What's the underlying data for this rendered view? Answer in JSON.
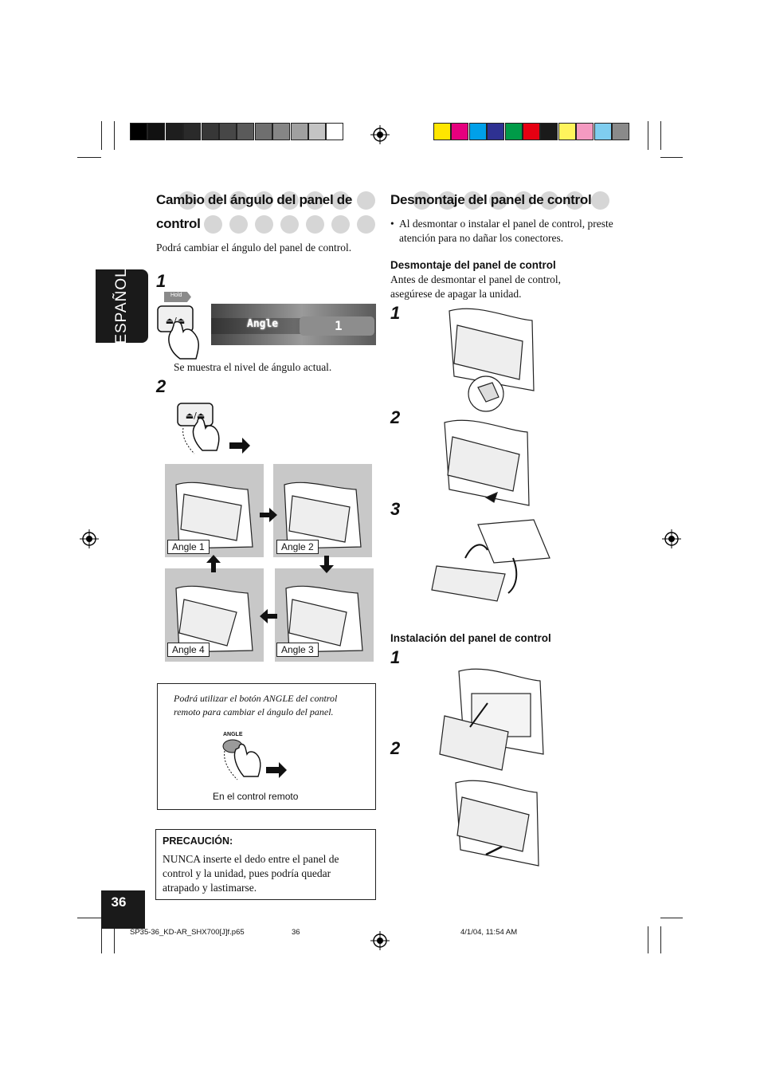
{
  "colors": {
    "grayscale": [
      "#000000",
      "#111111",
      "#1e1e1e",
      "#2a2a2a",
      "#373737",
      "#474747",
      "#5a5a5a",
      "#6f6f6f",
      "#868686",
      "#a0a0a0",
      "#c4c4c4",
      "#ffffff"
    ],
    "process": [
      "#ffe600",
      "#e6007e",
      "#00a0e9",
      "#2e3192",
      "#009b48",
      "#e60012",
      "#1a1a1a",
      "#fff45c",
      "#f49ac1",
      "#7fcdef",
      "#8a8a8a"
    ]
  },
  "sidebar": {
    "language_tab": "ESPAÑOL"
  },
  "page_number": "36",
  "left": {
    "title_line1": "Cambio del ángulo del panel de",
    "title_line2": "control",
    "intro": "Podrá cambiar el ángulo del panel de control.",
    "step1_number": "1",
    "hold_label": "Hold",
    "display_text": "Angle",
    "display_value": "1",
    "step1_caption": "Se muestra el nivel de ángulo actual.",
    "step2_number": "2",
    "angles": [
      "Angle 1",
      "Angle 2",
      "Angle 3",
      "Angle 4"
    ],
    "remote_note": "Podrá utilizar el botón ANGLE del control remoto para cambiar el ángulo del panel.",
    "remote_button_label": "ANGLE",
    "remote_caption": "En el control remoto",
    "caution_title": "PRECAUCIÓN:",
    "caution_text": "NUNCA inserte el dedo entre el panel de control y la unidad, pues podría quedar atrapado y lastimarse."
  },
  "right": {
    "title": "Desmontaje del panel de control",
    "bullet": "Al desmontar o instalar el panel de control, preste atención para no dañar los conectores.",
    "removal_title": "Desmontaje del panel de control",
    "removal_text": "Antes de desmontar el panel de control, asegúrese de apagar la unidad.",
    "removal_steps": [
      "1",
      "2",
      "3"
    ],
    "install_title": "Instalación del panel de control",
    "install_steps": [
      "1",
      "2"
    ]
  },
  "footer": {
    "file": "SP35-36_KD-AR_SHX700[J]f.p65",
    "page": "36",
    "date": "4/1/04, 11:54 AM"
  }
}
